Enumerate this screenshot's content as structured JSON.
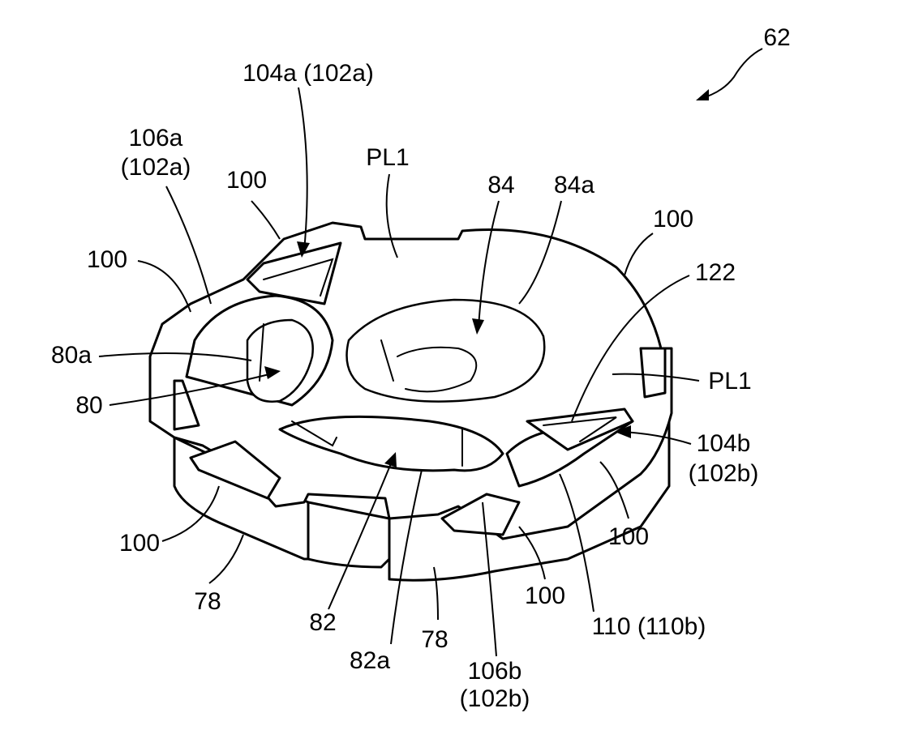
{
  "figure": {
    "ref_number": "62",
    "labels": {
      "l104a": "104a (102a)",
      "l106a_1": "106a",
      "l106a_2": "(102a)",
      "l100_tl": "100",
      "l100_l": "100",
      "pl1_top": "PL1",
      "l84": "84",
      "l84a": "84a",
      "l100_r": "100",
      "l122": "122",
      "l80a": "80a",
      "pl1_right": "PL1",
      "l80": "80",
      "l104b_1": "104b",
      "l104b_2": "(102b)",
      "l100_bl": "100",
      "l100_br": "100",
      "l78_left": "78",
      "l100_b": "100",
      "l82": "82",
      "l110": "110 (110b)",
      "l82a": "82a",
      "l78_right": "78",
      "l106b_1": "106b",
      "l106b_2": "(102b)"
    }
  }
}
